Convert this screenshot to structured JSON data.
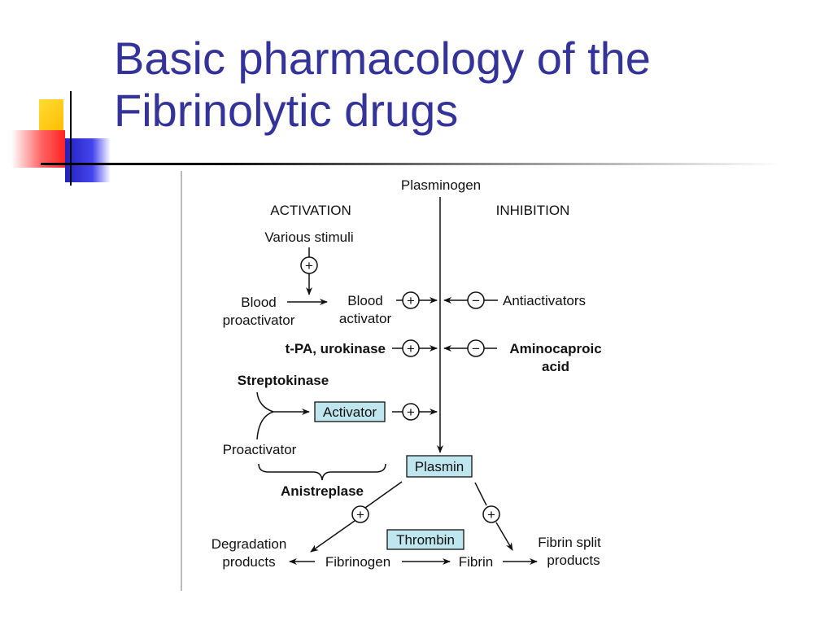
{
  "slide": {
    "title_lines": [
      "Basic pharmacology of the",
      "Fibrinolytic drugs"
    ]
  },
  "colors": {
    "title": "#333399",
    "deco_yellow": "#ffcc00",
    "deco_red": "#ff3333",
    "deco_blue": "#3333cc",
    "box_fill": "#bfe6ee"
  },
  "diagram": {
    "top_label": "Plasminogen",
    "activation_header": "ACTIVATION",
    "inhibition_header": "INHIBITION",
    "various_stimuli": "Various stimuli",
    "blood_proactivator": [
      "Blood",
      "proactivator"
    ],
    "blood_activator": [
      "Blood",
      "activator"
    ],
    "antiactivators": "Antiactivators",
    "tpa": "t-PA, urokinase",
    "aminocaproic": [
      "Aminocaproic",
      "acid"
    ],
    "streptokinase": "Streptokinase",
    "activator_box": "Activator",
    "proactivator": "Proactivator",
    "plasmin_box": "Plasmin",
    "anistreplase": "Anistreplase",
    "thrombin_box": "Thrombin",
    "degradation_products": [
      "Degradation",
      "products"
    ],
    "fibrinogen": "Fibrinogen",
    "fibrin": "Fibrin",
    "fibrin_split": [
      "Fibrin split",
      "products"
    ],
    "plus_sign": "+",
    "minus_sign": "−"
  }
}
